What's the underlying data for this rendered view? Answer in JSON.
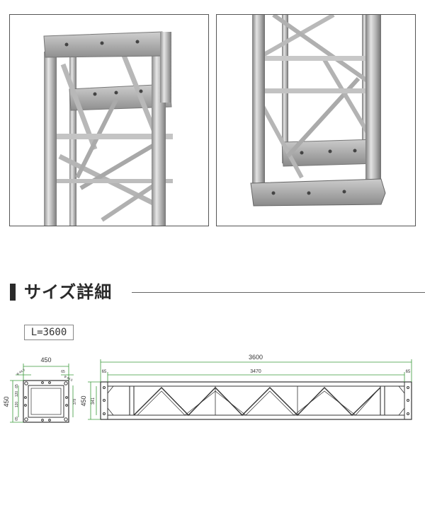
{
  "section": {
    "title": "サイズ詳細"
  },
  "length_label": "L=3600",
  "dimensions": {
    "end_width": "450",
    "end_height": "450",
    "end_inner_height": "341",
    "end_inner_right": "379",
    "end_corner_right": "65",
    "end_corner_left": "65",
    "end_bolt_1": "φ 44.5",
    "end_bolt_2": "φ 44.5",
    "end_small_1": "120",
    "end_small_2": "120",
    "end_small_3": "65",
    "side_height": "450",
    "side_inner_height": "341",
    "overall_length": "3600",
    "inner_length": "3470",
    "end_margin_left": "65",
    "end_margin_right": "65"
  }
}
